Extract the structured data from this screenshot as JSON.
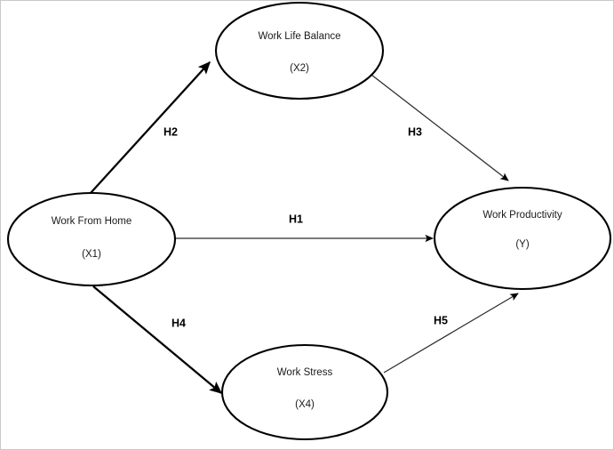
{
  "diagram": {
    "type": "conceptual-framework-path-diagram",
    "background_color": "#ffffff",
    "stroke_color": "#000000",
    "border_color": "#c9c9c9",
    "nodes": [
      {
        "id": "x2",
        "label": "Work Life Balance",
        "code": "(X2)",
        "position": "top-center"
      },
      {
        "id": "x1",
        "label": "Work From Home",
        "code": "(X1)",
        "position": "left-middle"
      },
      {
        "id": "y",
        "label": "Work Productivity",
        "code": "(Y)",
        "position": "right-middle"
      },
      {
        "id": "x4",
        "label": "Work Stress",
        "code": "(X4)",
        "position": "bottom-center"
      }
    ],
    "paths": [
      {
        "id": "h1",
        "label": "H1",
        "from": "x1",
        "to": "y",
        "weight": "thin",
        "arrow": "end"
      },
      {
        "id": "h2",
        "label": "H2",
        "from": "x1",
        "to": "x2",
        "weight": "thick",
        "arrow": "end"
      },
      {
        "id": "h3",
        "label": "H3",
        "from": "x2",
        "to": "y",
        "weight": "thin",
        "arrow": "end"
      },
      {
        "id": "h4",
        "label": "H4",
        "from": "x1",
        "to": "x4",
        "weight": "thick",
        "arrow": "end"
      },
      {
        "id": "h5",
        "label": "H5",
        "from": "x4",
        "to": "y",
        "weight": "thin",
        "arrow": "end"
      }
    ]
  }
}
